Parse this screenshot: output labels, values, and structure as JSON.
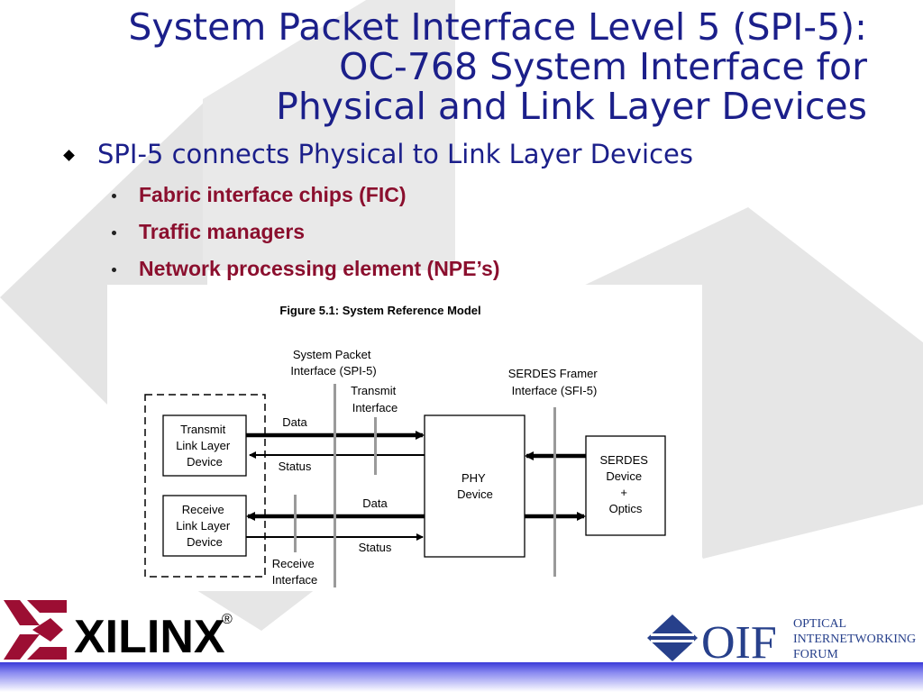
{
  "slide": {
    "title_lines": [
      "System Packet Interface Level 5 (SPI-5):",
      "OC-768 System Interface for",
      "Physical and Link Layer Devices"
    ],
    "main_bullet": "SPI-5 connects Physical to Link Layer Devices",
    "sub_bullets": [
      "Fabric interface chips (FIC)",
      "Traffic managers",
      "Network processing element (NPE’s)"
    ]
  },
  "figure": {
    "caption": "Figure 5.1: System Reference Model",
    "spi5_label": [
      "System Packet",
      "Interface (SPI-5)"
    ],
    "sfi5_label": [
      "SERDES Framer",
      "Interface (SFI-5)"
    ],
    "transmit_interface": [
      "Transmit",
      "Interface"
    ],
    "receive_interface": [
      "Receive",
      "Interface"
    ],
    "transmit_device": [
      "Transmit",
      "Link Layer",
      "Device"
    ],
    "receive_device": [
      "Receive",
      "Link Layer",
      "Device"
    ],
    "phy_device": [
      "PHY",
      "Device"
    ],
    "serdes_device": [
      "SERDES",
      "Device",
      "+",
      "Optics"
    ],
    "data_label_1": "Data",
    "status_label_1": "Status",
    "data_label_2": "Data",
    "status_label_2": "Status"
  },
  "logos": {
    "xilinx": "XILINX",
    "xilinx_reg": "®",
    "oif": "OIF",
    "oif_full": [
      "OPTICAL",
      "INTERNETWORKING",
      "FORUM"
    ]
  }
}
